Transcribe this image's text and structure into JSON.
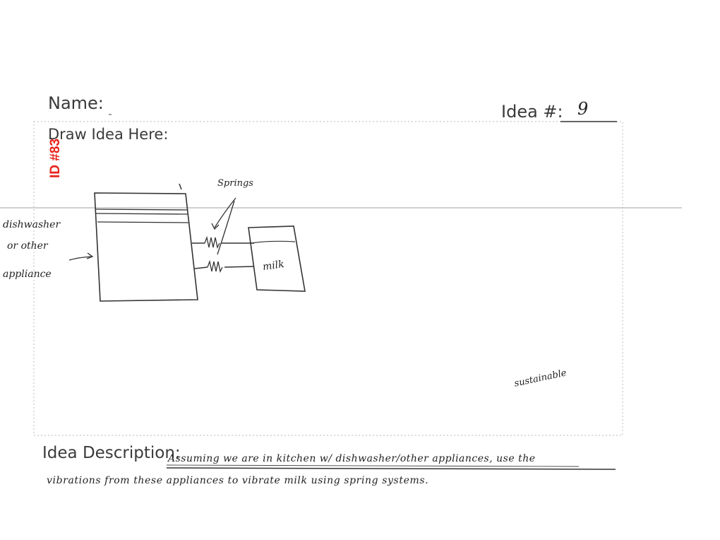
{
  "form": {
    "name_label": "Name:",
    "idea_label": "Idea #:",
    "idea_number": "9",
    "draw_label": "Draw Idea Here:",
    "description_label": "Idea Description:",
    "id_stamp": "ID #83"
  },
  "sketch": {
    "left_label_line1": "dishwasher",
    "left_label_line2": "or other",
    "left_label_line3": "appliance",
    "springs_label": "Springs",
    "milk_label": "milk",
    "margin_note": "sustainable"
  },
  "description": {
    "line1": "Assuming we are in kitchen w/ dishwasher/other appliances, use the",
    "line2": "vibrations from these appliances to vibrate milk using spring systems."
  }
}
